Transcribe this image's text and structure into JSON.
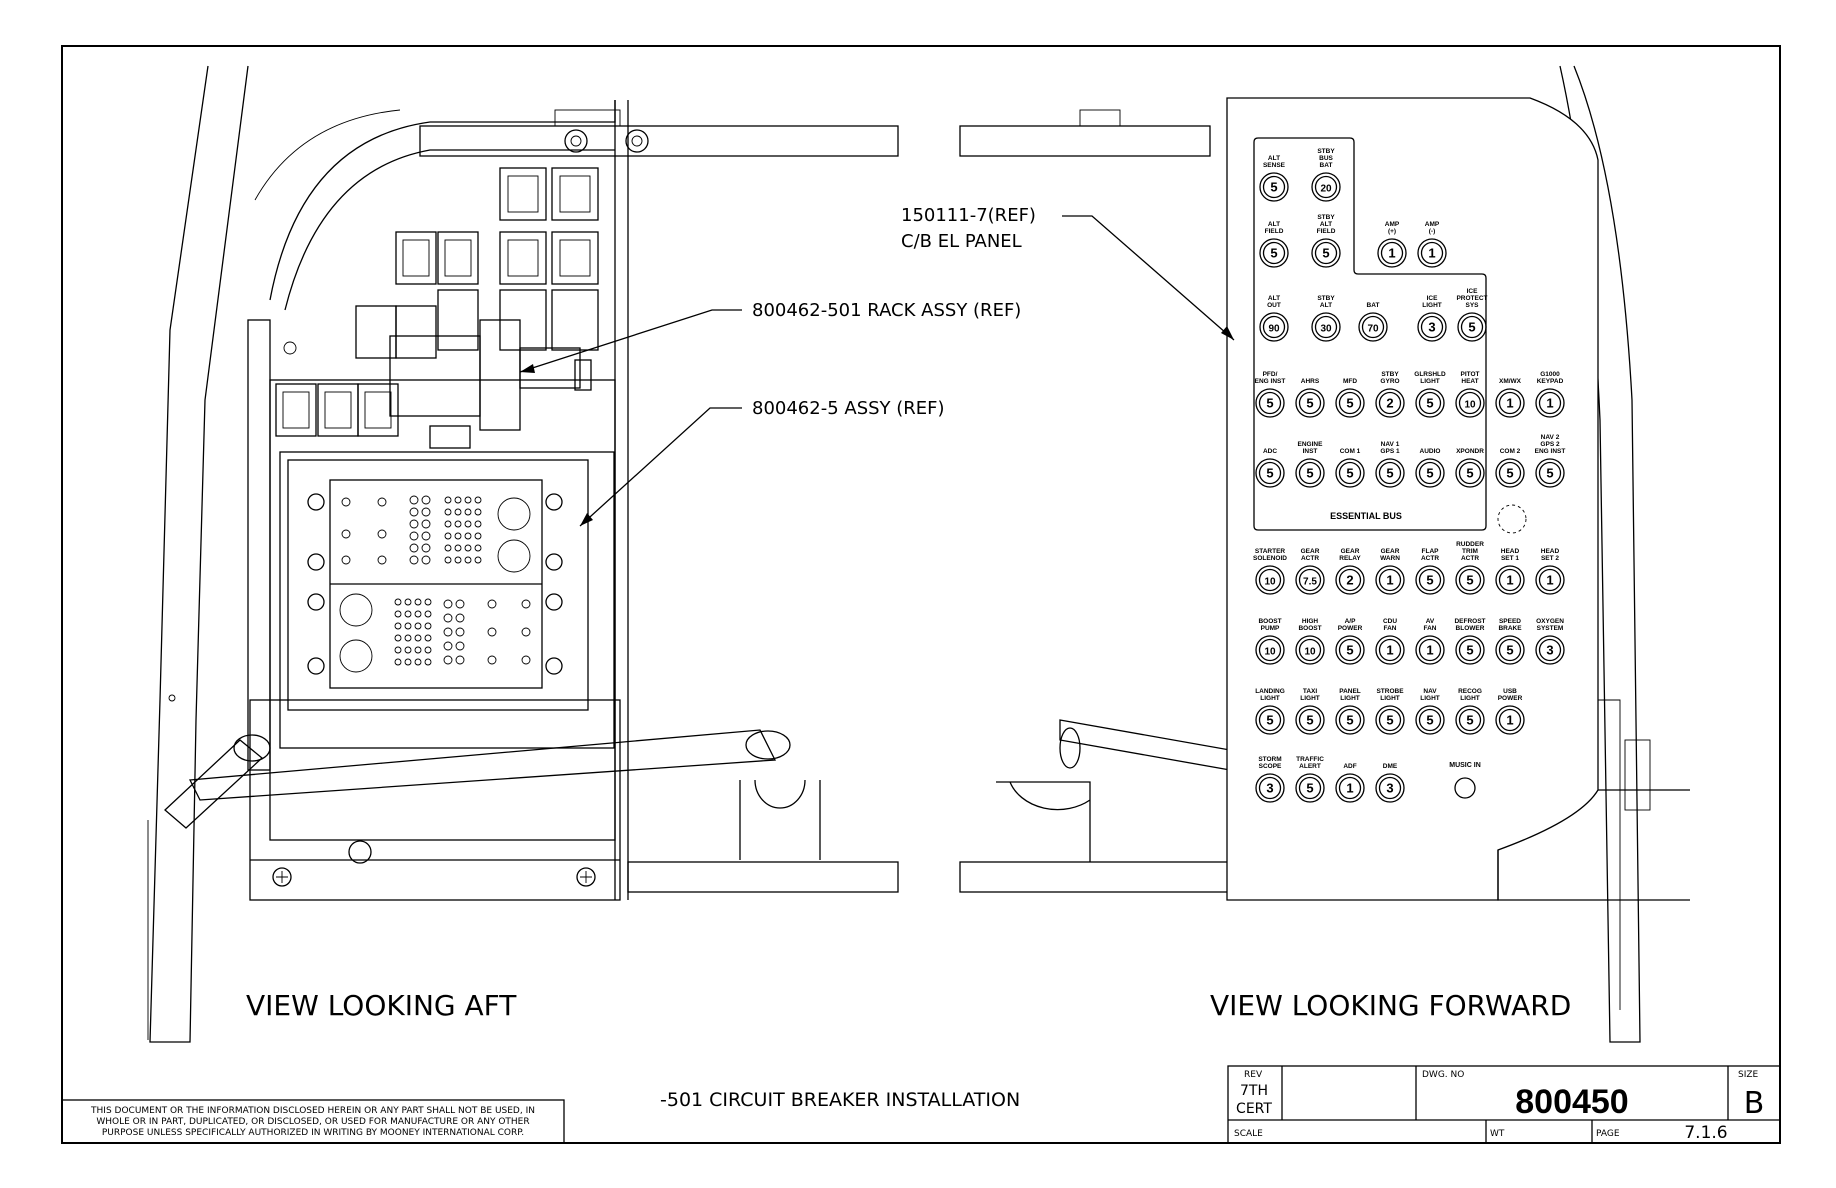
{
  "drawing": {
    "title": "-501 CIRCUIT BREAKER INSTALLATION",
    "view_left": "VIEW LOOKING AFT",
    "view_right": "VIEW LOOKING FORWARD",
    "callouts": {
      "rack": "800462-501 RACK ASSY (REF)",
      "assy": "800462-5 ASSY (REF)",
      "panel_line1": "150111-7(REF)",
      "panel_line2": "C/B EL PANEL"
    },
    "disclaimer": [
      "THIS DOCUMENT OR THE INFORMATION DISCLOSED HEREIN OR ANY PART SHALL NOT BE USED, IN",
      "WHOLE OR IN PART, DUPLICATED, OR DISCLOSED, OR USED FOR MANUFACTURE OR ANY OTHER",
      "PURPOSE UNLESS SPECIFICALLY AUTHORIZED IN WRITING BY MOONEY INTERNATIONAL CORP."
    ]
  },
  "title_block": {
    "rev_label": "REV",
    "rev_line1": "7TH",
    "rev_line2": "CERT",
    "dwg_no_label": "DWG. NO",
    "dwg_no": "800450",
    "size_label": "SIZE",
    "size": "B",
    "scale_label": "SCALE",
    "wt_label": "WT",
    "page_label": "PAGE",
    "page": "7.1.6"
  },
  "panel": {
    "essential_bus_label": "ESSENTIAL BUS",
    "breakers": [
      {
        "id": "alt-sense",
        "label": [
          "ALT",
          "SENSE"
        ],
        "rating": "5"
      },
      {
        "id": "stby-bus-bat",
        "label": [
          "STBY",
          "BUS",
          "BAT"
        ],
        "rating": "20"
      },
      {
        "id": "alt-field",
        "label": [
          "ALT",
          "FIELD"
        ],
        "rating": "5"
      },
      {
        "id": "stby-alt-field",
        "label": [
          "STBY",
          "ALT",
          "FIELD"
        ],
        "rating": "5"
      },
      {
        "id": "amp-plus",
        "label": [
          "AMP",
          "(+)"
        ],
        "rating": "1"
      },
      {
        "id": "amp-minus",
        "label": [
          "AMP",
          "(-)"
        ],
        "rating": "1"
      },
      {
        "id": "alt-out",
        "label": [
          "ALT",
          "OUT"
        ],
        "rating": "90"
      },
      {
        "id": "stby-alt",
        "label": [
          "STBY",
          "ALT"
        ],
        "rating": "30"
      },
      {
        "id": "bat",
        "label": [
          "BAT"
        ],
        "rating": "70"
      },
      {
        "id": "ice-light",
        "label": [
          "ICE",
          "LIGHT"
        ],
        "rating": "3"
      },
      {
        "id": "ice-protect-sys",
        "label": [
          "ICE",
          "PROTECT",
          "SYS"
        ],
        "rating": "5"
      },
      {
        "id": "pfd-eng-inst",
        "label": [
          "PFD/",
          "ENG INST"
        ],
        "rating": "5"
      },
      {
        "id": "ahrs",
        "label": [
          "AHRS"
        ],
        "rating": "5"
      },
      {
        "id": "mfd",
        "label": [
          "MFD"
        ],
        "rating": "5"
      },
      {
        "id": "stby-gyro",
        "label": [
          "STBY",
          "GYRO"
        ],
        "rating": "2"
      },
      {
        "id": "glrshld-light",
        "label": [
          "GLRSHLD",
          "LIGHT"
        ],
        "rating": "5"
      },
      {
        "id": "pitot-heat",
        "label": [
          "PITOT",
          "HEAT"
        ],
        "rating": "10"
      },
      {
        "id": "xm-wx",
        "label": [
          "XM/WX"
        ],
        "rating": "1"
      },
      {
        "id": "g1000-keypad",
        "label": [
          "G1000",
          "KEYPAD"
        ],
        "rating": "1"
      },
      {
        "id": "adc",
        "label": [
          "ADC"
        ],
        "rating": "5"
      },
      {
        "id": "engine-inst",
        "label": [
          "ENGINE",
          "INST"
        ],
        "rating": "5"
      },
      {
        "id": "com-1",
        "label": [
          "COM 1"
        ],
        "rating": "5"
      },
      {
        "id": "nav1-gps1",
        "label": [
          "NAV 1",
          "GPS 1"
        ],
        "rating": "5"
      },
      {
        "id": "audio",
        "label": [
          "AUDIO"
        ],
        "rating": "5"
      },
      {
        "id": "xpondr",
        "label": [
          "XPONDR"
        ],
        "rating": "5"
      },
      {
        "id": "com-2",
        "label": [
          "COM 2"
        ],
        "rating": "5"
      },
      {
        "id": "nav2-gps2-eng-inst",
        "label": [
          "NAV 2",
          "GPS 2",
          "ENG INST"
        ],
        "rating": "5"
      },
      {
        "id": "starter-solenoid",
        "label": [
          "STARTER",
          "SOLENOID"
        ],
        "rating": "10"
      },
      {
        "id": "gear-actr",
        "label": [
          "GEAR",
          "ACTR"
        ],
        "rating": "7.5"
      },
      {
        "id": "gear-relay",
        "label": [
          "GEAR",
          "RELAY"
        ],
        "rating": "2"
      },
      {
        "id": "gear-warn",
        "label": [
          "GEAR",
          "WARN"
        ],
        "rating": "1"
      },
      {
        "id": "flap-actr",
        "label": [
          "FLAP",
          "ACTR"
        ],
        "rating": "5"
      },
      {
        "id": "rudder-trim-actr",
        "label": [
          "RUDDER",
          "TRIM",
          "ACTR"
        ],
        "rating": "5"
      },
      {
        "id": "head-set-1",
        "label": [
          "HEAD",
          "SET 1"
        ],
        "rating": "1"
      },
      {
        "id": "head-set-2",
        "label": [
          "HEAD",
          "SET 2"
        ],
        "rating": "1"
      },
      {
        "id": "boost-pump",
        "label": [
          "BOOST",
          "PUMP"
        ],
        "rating": "10"
      },
      {
        "id": "high-boost",
        "label": [
          "HIGH",
          "BOOST"
        ],
        "rating": "10"
      },
      {
        "id": "ap-power",
        "label": [
          "A/P",
          "POWER"
        ],
        "rating": "5"
      },
      {
        "id": "cdu-fan",
        "label": [
          "CDU",
          "FAN"
        ],
        "rating": "1"
      },
      {
        "id": "av-fan",
        "label": [
          "AV",
          "FAN"
        ],
        "rating": "1"
      },
      {
        "id": "defrost-blower",
        "label": [
          "DEFROST",
          "BLOWER"
        ],
        "rating": "5"
      },
      {
        "id": "speed-brake",
        "label": [
          "SPEED",
          "BRAKE"
        ],
        "rating": "5"
      },
      {
        "id": "oxygen-system",
        "label": [
          "OXYGEN",
          "SYSTEM"
        ],
        "rating": "3"
      },
      {
        "id": "landing-light",
        "label": [
          "LANDING",
          "LIGHT"
        ],
        "rating": "5"
      },
      {
        "id": "taxi-light",
        "label": [
          "TAXI",
          "LIGHT"
        ],
        "rating": "5"
      },
      {
        "id": "panel-light",
        "label": [
          "PANEL",
          "LIGHT"
        ],
        "rating": "5"
      },
      {
        "id": "strobe-light",
        "label": [
          "STROBE",
          "LIGHT"
        ],
        "rating": "5"
      },
      {
        "id": "nav-light",
        "label": [
          "NAV",
          "LIGHT"
        ],
        "rating": "5"
      },
      {
        "id": "recog-light",
        "label": [
          "RECOG",
          "LIGHT"
        ],
        "rating": "5"
      },
      {
        "id": "usb-power",
        "label": [
          "USB",
          "POWER"
        ],
        "rating": "1"
      },
      {
        "id": "storm-scope",
        "label": [
          "STORM",
          "SCOPE"
        ],
        "rating": "3"
      },
      {
        "id": "traffic-alert",
        "label": [
          "TRAFFIC",
          "ALERT"
        ],
        "rating": "5"
      },
      {
        "id": "adf",
        "label": [
          "ADF"
        ],
        "rating": "1"
      },
      {
        "id": "dme",
        "label": [
          "DME"
        ],
        "rating": "3"
      }
    ],
    "music_in_label": "MUSIC IN"
  }
}
